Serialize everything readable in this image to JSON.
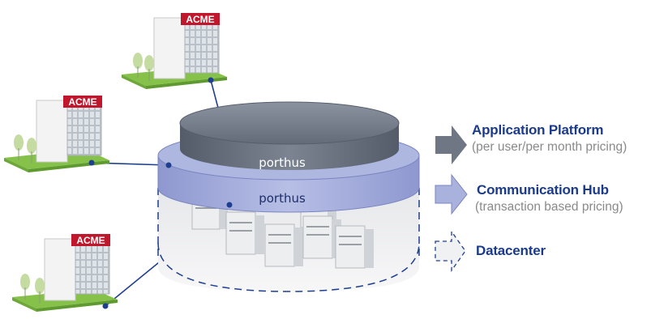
{
  "buildings": [
    {
      "sign": "ACME"
    },
    {
      "sign": "ACME"
    },
    {
      "sign": "ACME"
    }
  ],
  "platform": {
    "top_label": "porthus",
    "mid_label": "porthus"
  },
  "legend": [
    {
      "title": "Application Platform",
      "subtitle": "(per user/per month pricing)",
      "arrow_style": "solid-dark"
    },
    {
      "title": "Communication Hub",
      "subtitle": "(transaction based pricing)",
      "arrow_style": "solid-lavender"
    },
    {
      "title": "Datacenter",
      "subtitle": "",
      "arrow_style": "dashed-light"
    }
  ],
  "colors": {
    "dark_disk": "#6f7785",
    "lavender_disk": "#a9b2dc",
    "title_blue": "#1a3b8c",
    "line_blue": "#1e3f8f",
    "sign_red": "#c0172d",
    "lawn_green": "#86c24a"
  }
}
